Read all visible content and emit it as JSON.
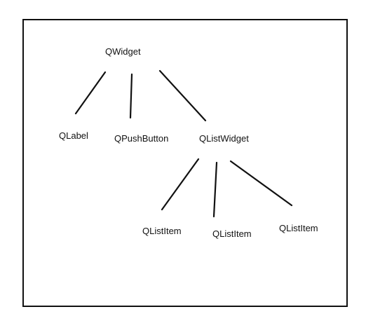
{
  "diagram": {
    "nodes": [
      {
        "id": "qwidget",
        "label": "QWidget"
      },
      {
        "id": "qlabel",
        "label": "QLabel"
      },
      {
        "id": "qpushbutton",
        "label": "QPushButton"
      },
      {
        "id": "qlistwidget",
        "label": "QListWidget"
      },
      {
        "id": "qlistitem-1",
        "label": "QListItem"
      },
      {
        "id": "qlistitem-2",
        "label": "QListItem"
      },
      {
        "id": "qlistitem-3",
        "label": "QListItem"
      }
    ],
    "edges": [
      {
        "from": "qwidget",
        "to": "qlabel"
      },
      {
        "from": "qwidget",
        "to": "qpushbutton"
      },
      {
        "from": "qwidget",
        "to": "qlistwidget"
      },
      {
        "from": "qlistwidget",
        "to": "qlistitem-1"
      },
      {
        "from": "qlistwidget",
        "to": "qlistitem-2"
      },
      {
        "from": "qlistwidget",
        "to": "qlistitem-3"
      }
    ]
  }
}
